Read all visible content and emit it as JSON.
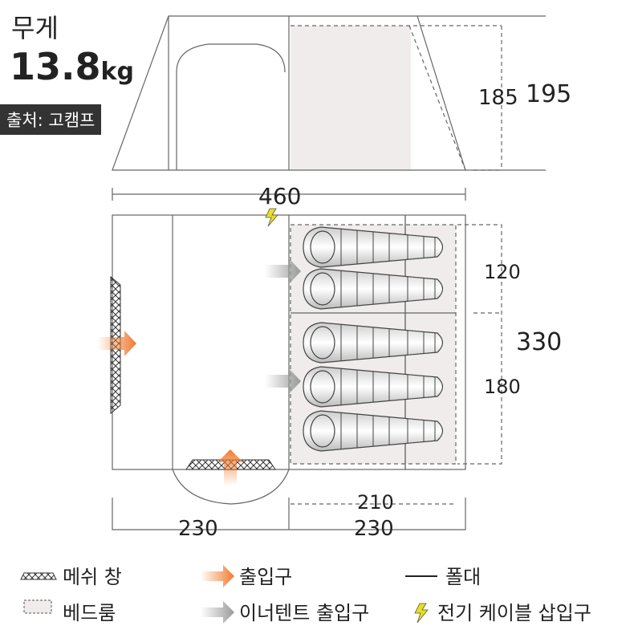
{
  "weight": {
    "label": "무게",
    "value": "13.8",
    "unit": "kg"
  },
  "dimensions": {
    "inner_height": "185",
    "total_height": "195",
    "total_length": "460",
    "front_room_width": "120",
    "rear_room_width": "180",
    "total_width": "330",
    "inner_length": "210",
    "porch_length": "230",
    "bedroom_length": "230"
  },
  "legend": {
    "mesh": "메쉬 창",
    "bedroom": "베드룸",
    "entrance": "출입구",
    "inner_entrance": "이너텐트 출입구",
    "pole": "폴대",
    "power": "전기 케이블 삽입구"
  },
  "credit": "출처: 고캠프",
  "colors": {
    "entrance": "#f07a30",
    "inner_entrance": "#a0a0a0",
    "power": "#e8e020",
    "bedroom": "#efeceb",
    "line": "#555555"
  }
}
